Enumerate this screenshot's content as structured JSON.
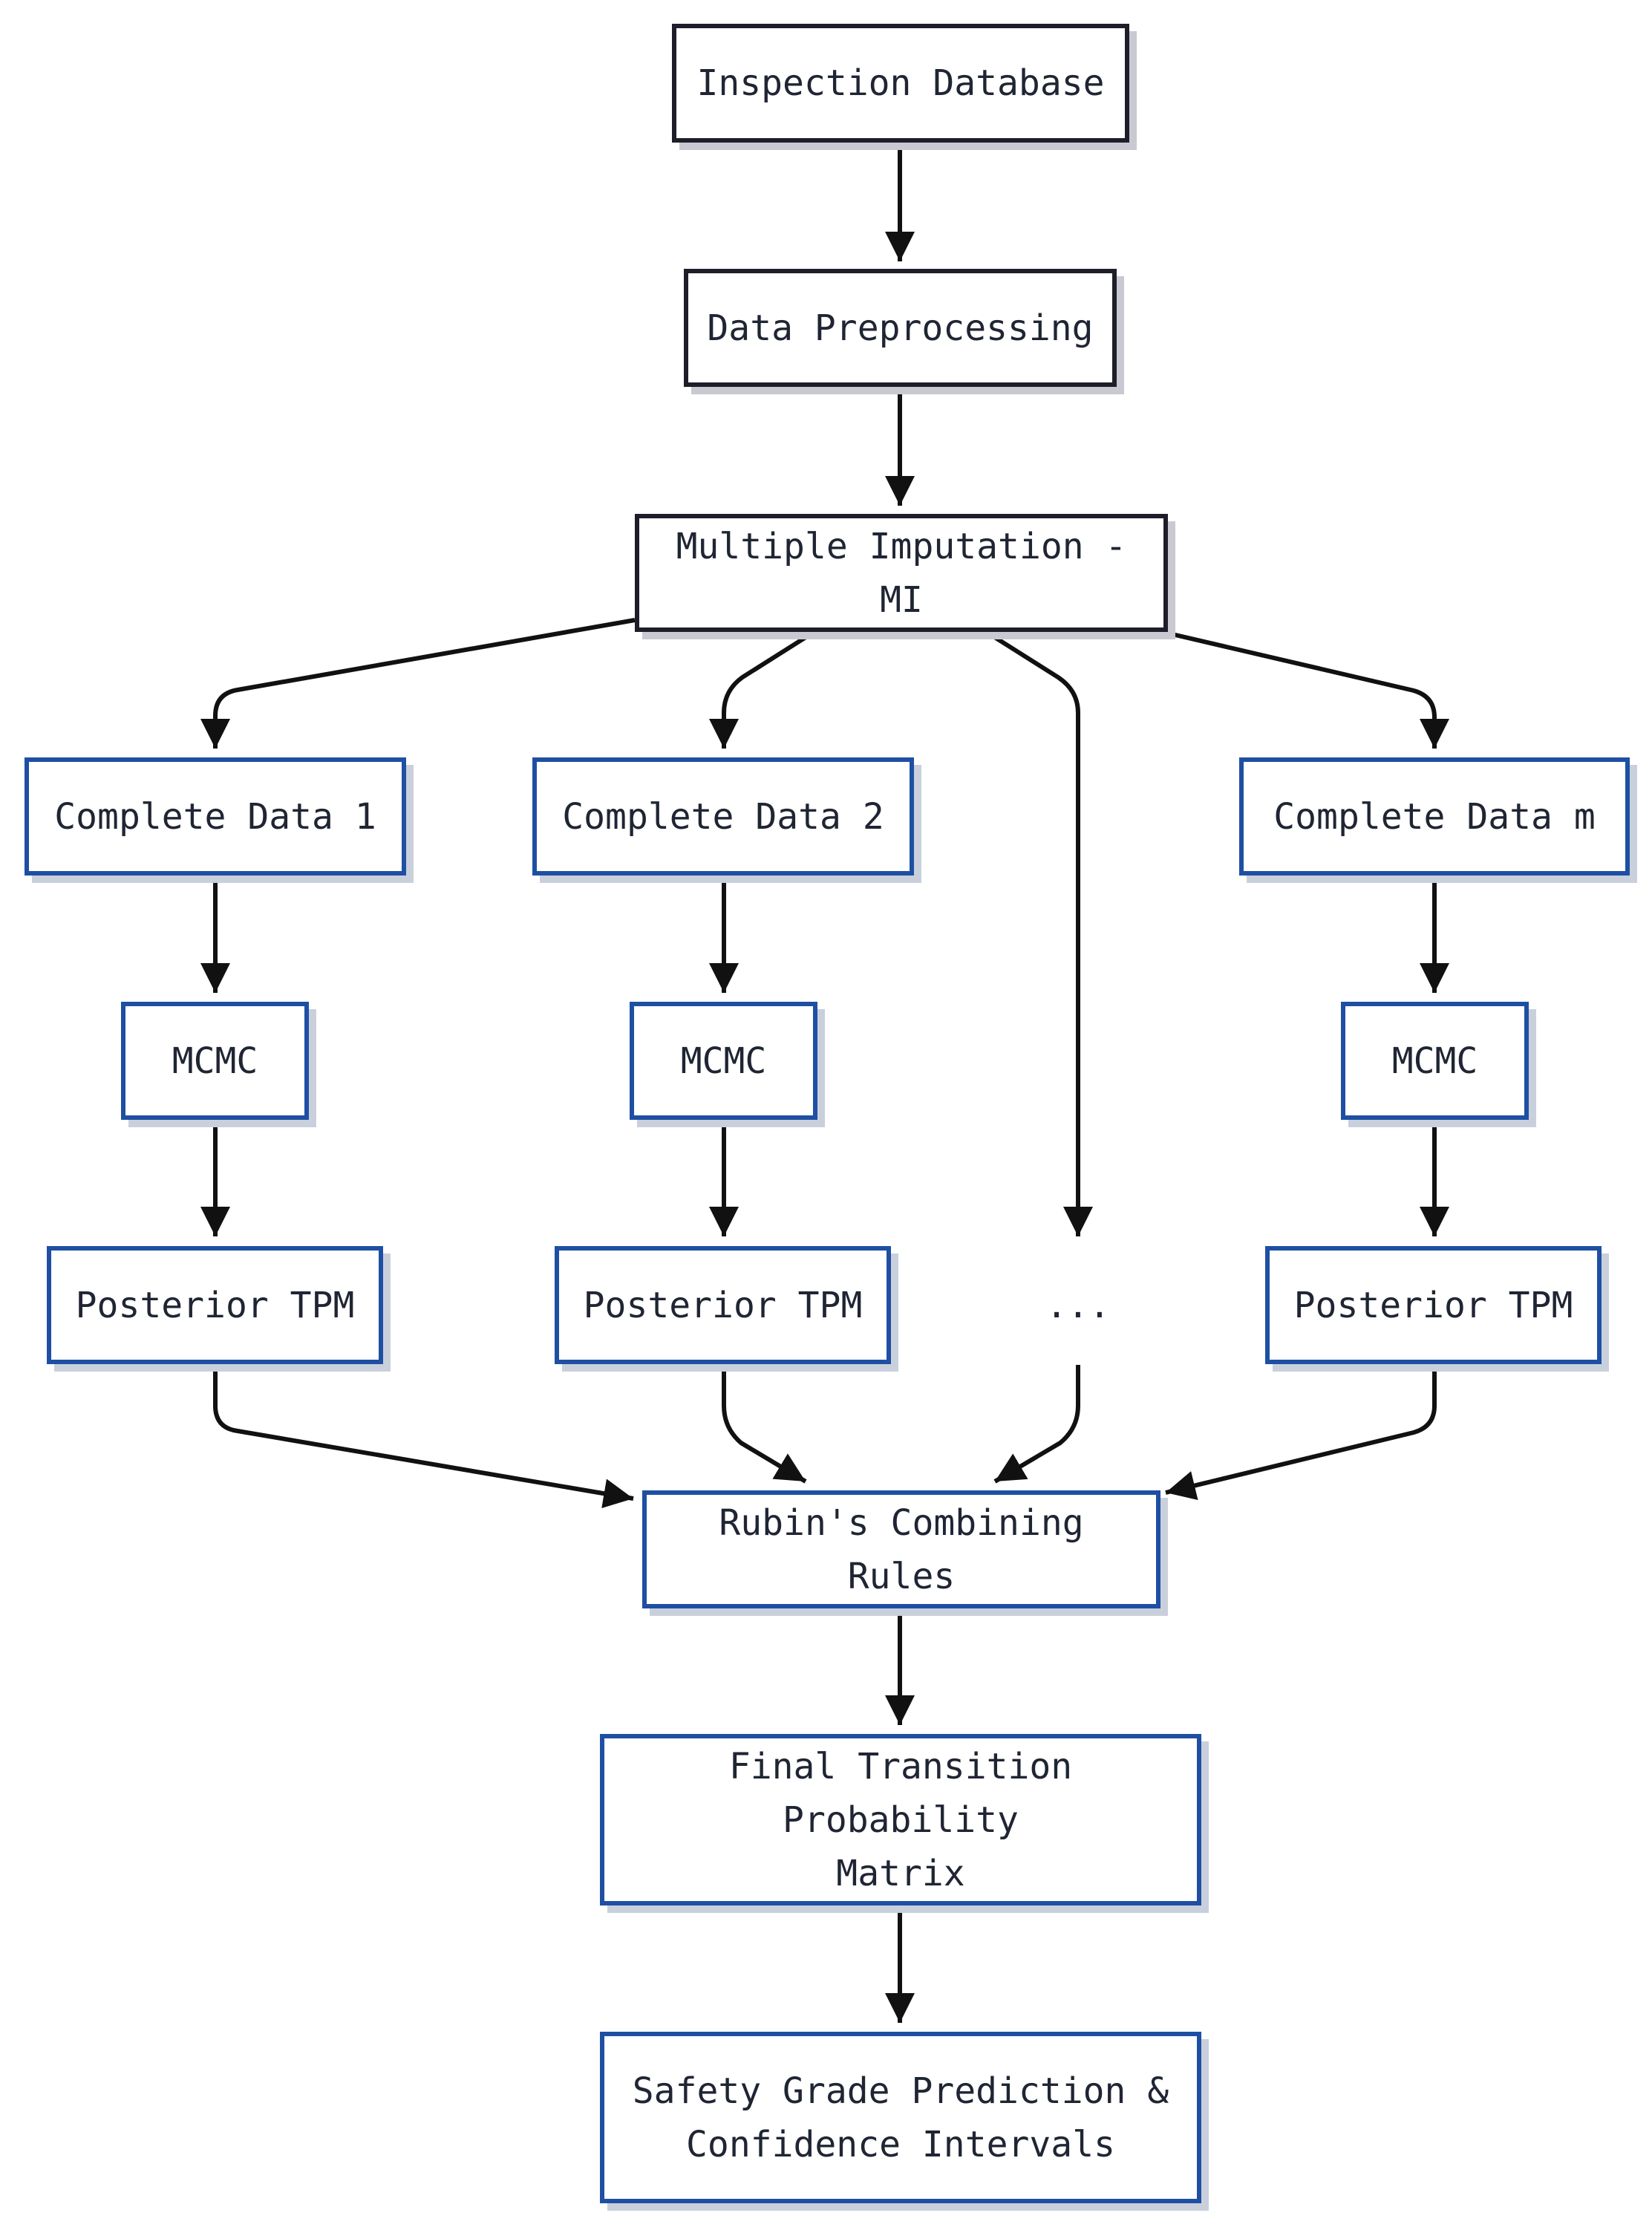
{
  "colors": {
    "dark_border": "#1e1e2a",
    "blue_border": "#1e4fa3",
    "arrow": "#111111",
    "text": "#1f2533"
  },
  "nodes": {
    "inspection_database": "Inspection Database",
    "data_preprocessing": "Data Preprocessing",
    "multiple_imputation": "Multiple Imputation - MI",
    "complete_data_1": "Complete Data 1",
    "complete_data_2": "Complete Data 2",
    "complete_data_m": "Complete Data m",
    "mcmc_1": "MCMC",
    "mcmc_2": "MCMC",
    "mcmc_m": "MCMC",
    "posterior_tpm_1": "Posterior TPM",
    "posterior_tpm_2": "Posterior TPM",
    "ellipsis": "...",
    "posterior_tpm_m": "Posterior TPM",
    "rubins_rules": "Rubin's Combining Rules",
    "final_tpm": "Final Transition Probability\nMatrix",
    "safety_grade": "Safety Grade Prediction &\nConfidence Intervals"
  },
  "edges": [
    {
      "from": "inspection_database",
      "to": "data_preprocessing"
    },
    {
      "from": "data_preprocessing",
      "to": "multiple_imputation"
    },
    {
      "from": "multiple_imputation",
      "to": "complete_data_1"
    },
    {
      "from": "multiple_imputation",
      "to": "complete_data_2"
    },
    {
      "from": "multiple_imputation",
      "to": "ellipsis"
    },
    {
      "from": "multiple_imputation",
      "to": "complete_data_m"
    },
    {
      "from": "complete_data_1",
      "to": "mcmc_1"
    },
    {
      "from": "complete_data_2",
      "to": "mcmc_2"
    },
    {
      "from": "complete_data_m",
      "to": "mcmc_m"
    },
    {
      "from": "mcmc_1",
      "to": "posterior_tpm_1"
    },
    {
      "from": "mcmc_2",
      "to": "posterior_tpm_2"
    },
    {
      "from": "mcmc_m",
      "to": "posterior_tpm_m"
    },
    {
      "from": "posterior_tpm_1",
      "to": "rubins_rules"
    },
    {
      "from": "posterior_tpm_2",
      "to": "rubins_rules"
    },
    {
      "from": "ellipsis",
      "to": "rubins_rules"
    },
    {
      "from": "posterior_tpm_m",
      "to": "rubins_rules"
    },
    {
      "from": "rubins_rules",
      "to": "final_tpm"
    },
    {
      "from": "final_tpm",
      "to": "safety_grade"
    }
  ]
}
